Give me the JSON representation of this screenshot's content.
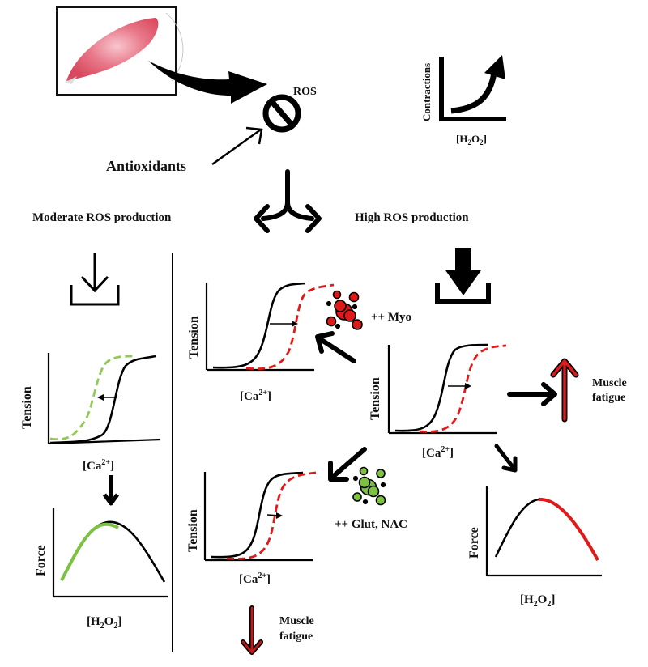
{
  "colors": {
    "black": "#000000",
    "red": "#e01a1a",
    "dark_red": "#c21818",
    "green": "#7cc142",
    "muscle_pink": "#e8697a"
  },
  "top": {
    "ros_label": "ROS",
    "antioxidants_label": "Antioxidants",
    "contractions_plot": {
      "ylabel": "Contractions",
      "xlabel_main": "[H",
      "xlabel_sub1": "2",
      "xlabel_mid": "O",
      "xlabel_sub2": "2",
      "xlabel_end": "]"
    }
  },
  "branches": {
    "left_label": "Moderate ROS production",
    "right_label": "High ROS production"
  },
  "moderate": {
    "tension_plot": {
      "ylabel": "Tension",
      "xlabel_main": "[Ca",
      "xlabel_sup": "2+",
      "xlabel_end": "]",
      "shift": "left"
    },
    "force_plot": {
      "ylabel": "Force",
      "xlabel_main": "[H",
      "xlabel_sub1": "2",
      "xlabel_mid": "O",
      "xlabel_sub2": "2",
      "xlabel_end": "]",
      "highlight": "rising-phase"
    }
  },
  "high": {
    "center_plot": {
      "ylabel": "Tension",
      "xlabel_main": "[Ca",
      "xlabel_sup": "2+",
      "xlabel_end": "]",
      "shift": "right"
    },
    "myo_plot": {
      "ylabel": "Tension",
      "xlabel_main": "[Ca",
      "xlabel_sup": "2+",
      "xlabel_end": "]",
      "shift": "right-large"
    },
    "myo_label": "++ Myo",
    "glut_plot": {
      "ylabel": "Tension",
      "xlabel_main": "[Ca",
      "xlabel_sup": "2+",
      "xlabel_end": "]",
      "shift": "right-small"
    },
    "glut_label": "++ Glut, NAC",
    "fatigue_up": {
      "line1": "Muscle",
      "line2": "fatigue",
      "direction": "up"
    },
    "fatigue_down": {
      "line1": "Muscle",
      "line2": "fatigue",
      "direction": "down"
    },
    "force_plot": {
      "ylabel": "Force",
      "xlabel_main": "[H",
      "xlabel_sub1": "2",
      "xlabel_mid": "O",
      "xlabel_sub2": "2",
      "xlabel_end": "]",
      "highlight": "falling-phase"
    }
  }
}
